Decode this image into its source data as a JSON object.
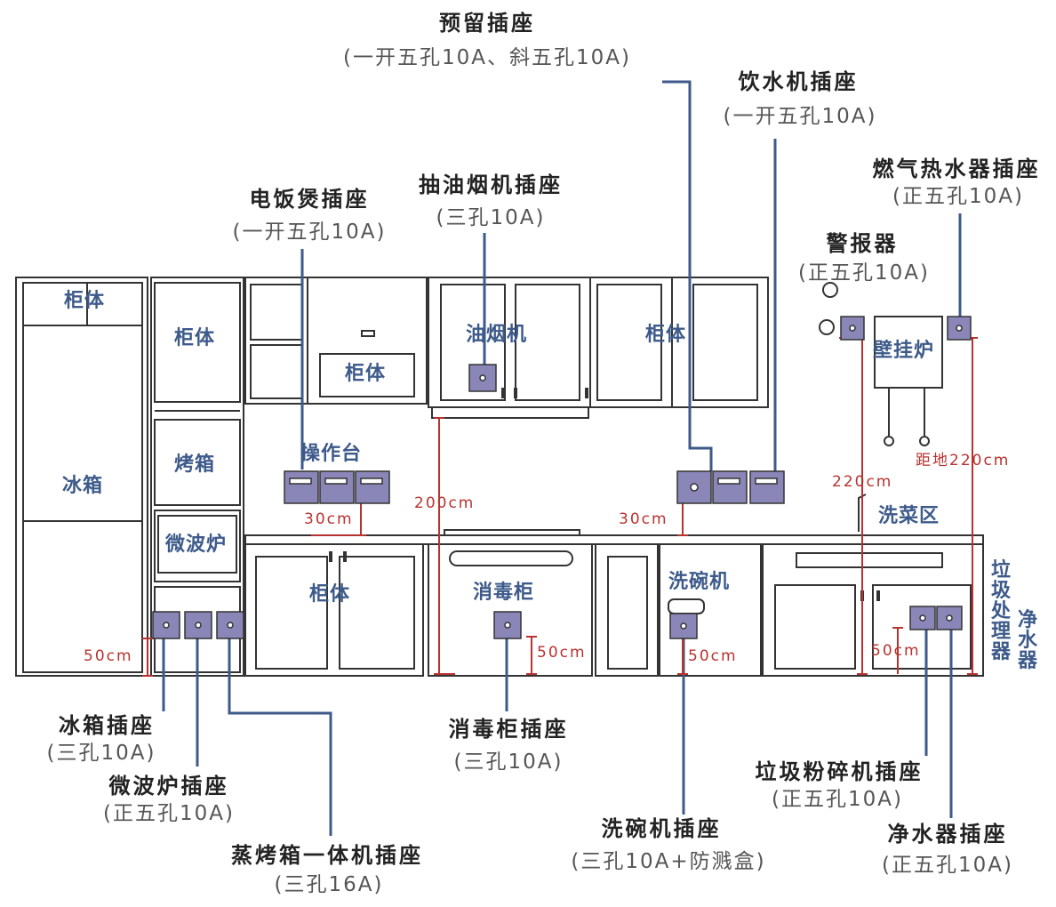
{
  "labels": {
    "reserved_title": "预留插座",
    "reserved_spec": "(一开五孔10A、斜五孔10A)",
    "water_dispenser_title": "饮水机插座",
    "water_dispenser_spec": "(一开五孔10A)",
    "gas_heater_title": "燃气热水器插座",
    "gas_heater_spec": "(正五孔10A)",
    "alarm_title": "警报器",
    "alarm_spec": "(正五孔10A)",
    "range_hood_title": "抽油烟机插座",
    "range_hood_spec": "(三孔10A)",
    "rice_cooker_title": "电饭煲插座",
    "rice_cooker_spec": "(一开五孔10A)",
    "fridge_title": "冰箱插座",
    "fridge_spec": "(三孔10A)",
    "microwave_title": "微波炉插座",
    "microwave_spec": "(正五孔10A)",
    "steam_oven_title": "蒸烤箱一体机插座",
    "steam_oven_spec": "(三孔16A)",
    "sterilizer_title": "消毒柜插座",
    "sterilizer_spec": "(三孔10A)",
    "dishwasher_title": "洗碗机插座",
    "dishwasher_spec": "(三孔10A+防溅盒)",
    "disposer_title": "垃圾粉碎机插座",
    "disposer_spec": "(正五孔10A)",
    "purifier_title": "净水器插座",
    "purifier_spec": "(正五孔10A)"
  },
  "appliances": {
    "cabinet_top_left": "柜体",
    "cabinet_upper_2": "柜体",
    "cabinet_mid": "柜体",
    "cabinet_upper_right": "柜体",
    "cabinet_lower": "柜体",
    "fridge": "冰箱",
    "oven": "烤箱",
    "microwave": "微波炉",
    "range_hood": "油烟机",
    "countertop": "操作台",
    "sterilizer": "消毒柜",
    "dishwasher": "洗碗机",
    "wall_boiler": "壁挂炉",
    "washing_area": "洗菜区",
    "disposer_vertical": "垃圾处理器",
    "purifier_vertical": "净水器"
  },
  "dimensions": {
    "d_200": "200cm",
    "d_30_left": "30cm",
    "d_30_right": "30cm",
    "d_220": "220cm",
    "d_220_ground": "距地220cm",
    "d_50_fridge": "50cm",
    "d_50_sterilizer": "50cm",
    "d_50_dishwasher": "50cm",
    "d_50_sink": "50cm"
  },
  "colors": {
    "line_gray": "#333333",
    "leader_blue": "#3d5a8a",
    "dimension_red": "#b8322f",
    "socket_fill": "#8a86b8"
  }
}
